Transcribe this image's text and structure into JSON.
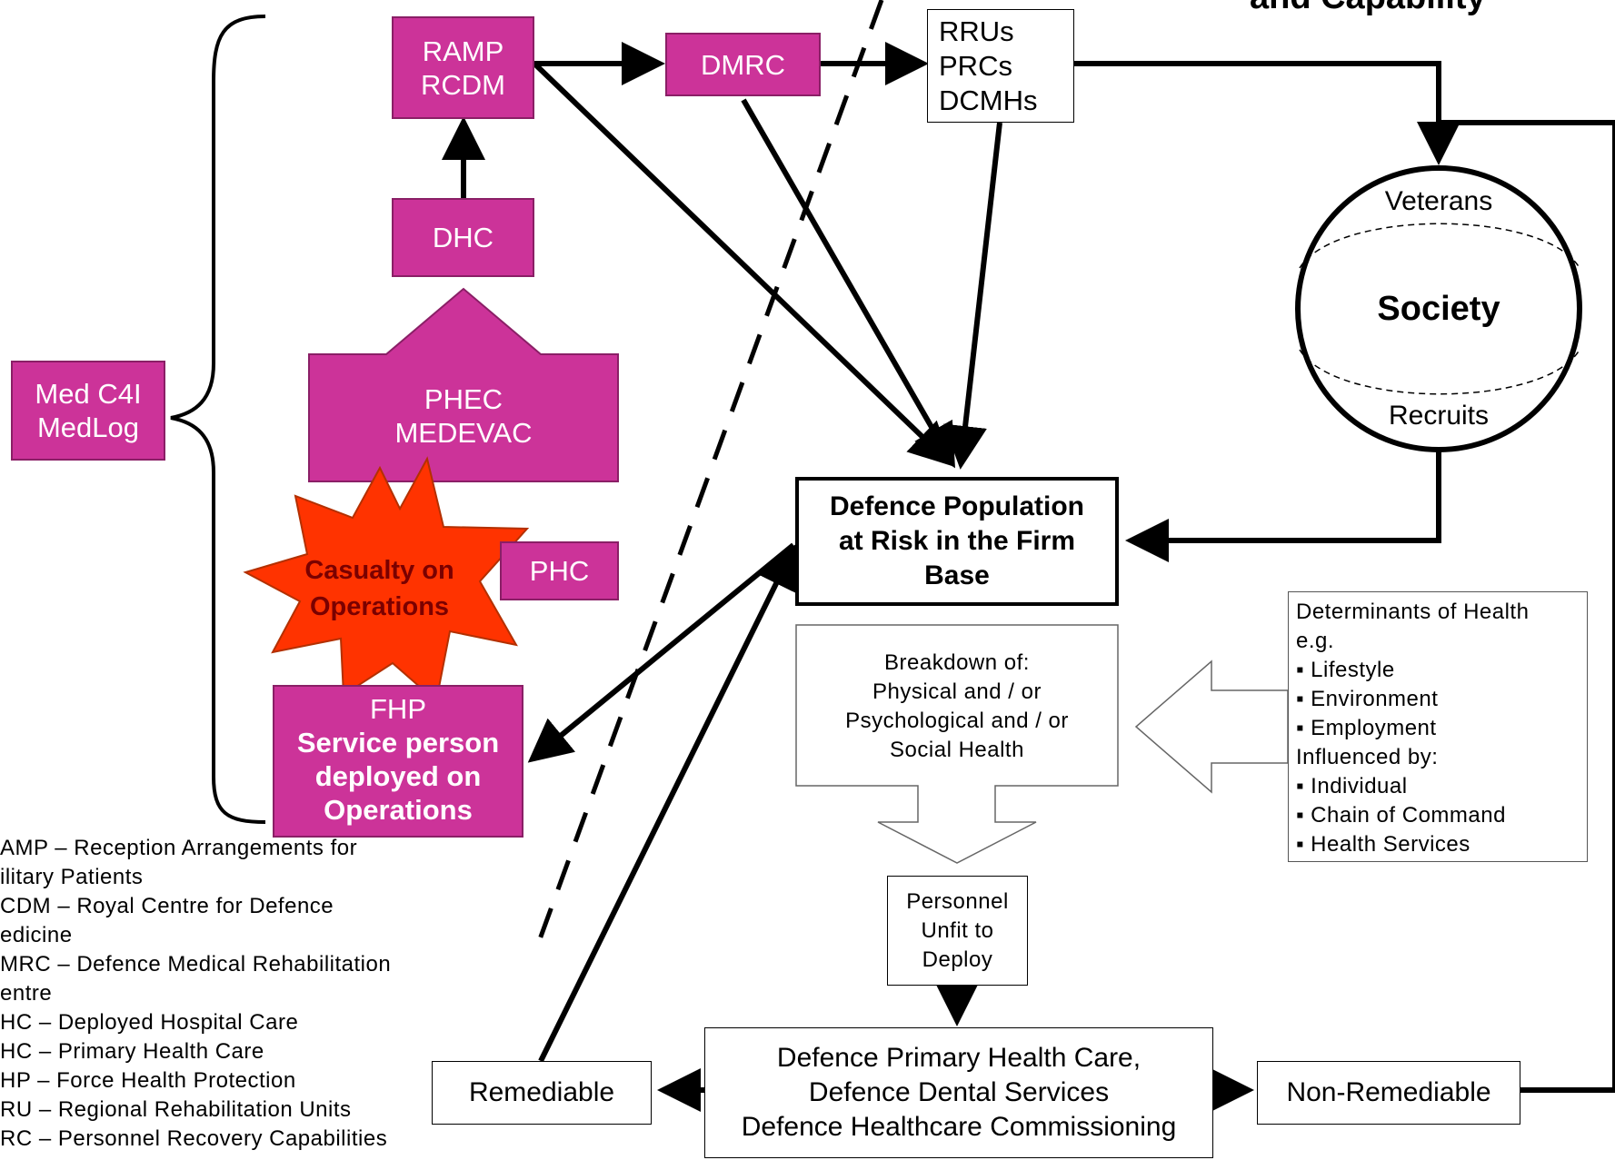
{
  "header": {
    "left_title_fragment": "",
    "right_title_fragment": "and Capability"
  },
  "nodes": {
    "ramp_rcdm": [
      "RAMP",
      "RCDM"
    ],
    "dmrc": "DMRC",
    "rru_group": [
      "RRUs",
      "PRCs",
      "DCMHs"
    ],
    "dhc": "DHC",
    "phec": [
      "PHEC",
      "MEDEVAC"
    ],
    "med_c4i": [
      "Med C4I",
      "MedLog"
    ],
    "casualty": [
      "Casualty on",
      "Operations"
    ],
    "phc": "PHC",
    "fhp": "FHP",
    "service_person": [
      "Service person",
      "deployed on",
      "Operations"
    ],
    "society": {
      "veterans": "Veterans",
      "title": "Society",
      "recruits": "Recruits"
    },
    "defence_population": [
      "Defence Population",
      "at Risk in the Firm",
      "Base"
    ],
    "breakdown": [
      "Breakdown of:",
      "Physical and / or",
      "Psychological and / or",
      "Social Health"
    ],
    "determinants": [
      "Determinants of Health",
      "e.g.",
      "▪ Lifestyle",
      "▪ Environment",
      "▪ Employment",
      "Influenced by:",
      "▪ Individual",
      "▪ Chain of Command",
      "▪ Health Services"
    ],
    "personnel_unfit": [
      "Personnel",
      "Unfit to",
      "Deploy"
    ],
    "defence_primary": [
      "Defence Primary Health Care,",
      "Defence Dental Services",
      "Defence Healthcare Commissioning"
    ],
    "remediable": "Remediable",
    "non_remediable": "Non-Remediable"
  },
  "legend": [
    "AMP – Reception Arrangements for",
    "ilitary Patients",
    "CDM – Royal Centre for Defence",
    "edicine",
    "MRC – Defence Medical Rehabilitation",
    "entre",
    "HC – Deployed Hospital Care",
    "HC – Primary Health Care",
    "HP – Force Health Protection",
    "RU – Regional Rehabilitation Units",
    "RC – Personnel Recovery Capabilities"
  ],
  "colors": {
    "magenta_box": "#cc3399",
    "magenta_border": "#8a1f66",
    "starburst": "#ff3300",
    "starburst_border": "#b33000",
    "casualty_text": "#7a0000",
    "line": "#000000"
  }
}
